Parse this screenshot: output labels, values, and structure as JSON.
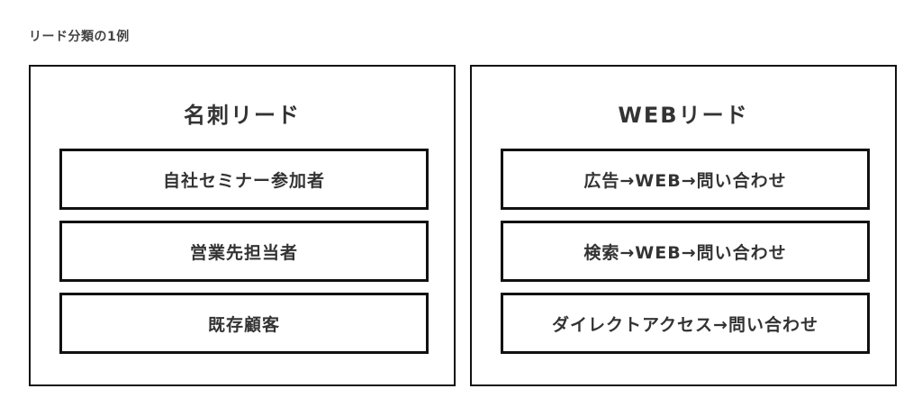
{
  "caption": "リード分類の1例",
  "panels": [
    {
      "title": "名刺リード",
      "items": [
        "自社セミナー参加者",
        "営業先担当者",
        "既存顧客"
      ]
    },
    {
      "title": "WEBリード",
      "items": [
        "広告→WEB→問い合わせ",
        "検索→WEB→問い合わせ",
        "ダイレクトアクセス→問い合わせ"
      ]
    }
  ],
  "colors": {
    "border": "#111111",
    "text": "#333333",
    "background": "#ffffff"
  }
}
